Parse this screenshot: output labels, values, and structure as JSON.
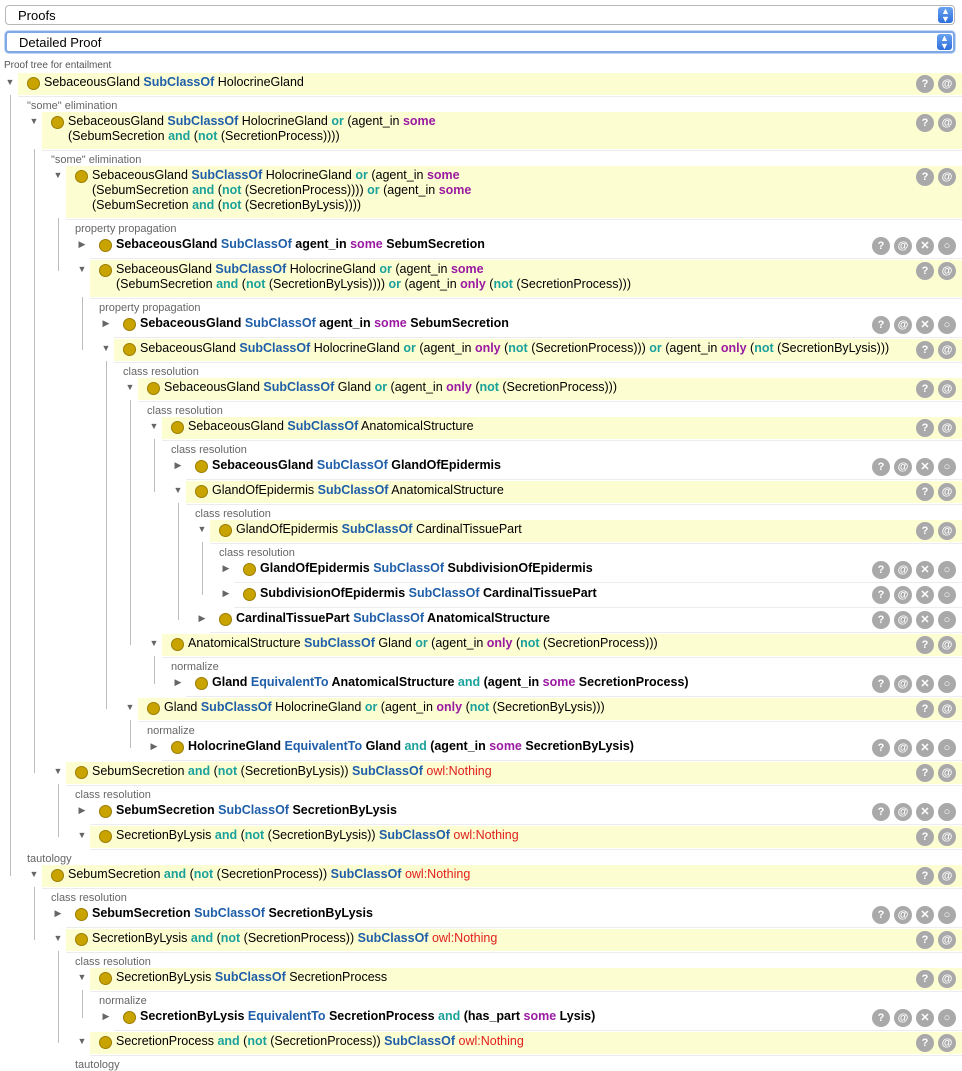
{
  "selectors": {
    "view": "Proofs",
    "mode": "Detailed Proof"
  },
  "caption": "Proof tree for entailment",
  "colors": {
    "keyword_subclass": "#1f5ea8",
    "keyword_connective": "#1aa19a",
    "keyword_quantifier": "#9a1aa1",
    "keyword_nothing": "#e0201c",
    "highlight": "#fdfdd2",
    "bullet": "#c9a300"
  },
  "button_labels": {
    "explain": "?",
    "iri": "@",
    "remove": "✕",
    "goto": "○"
  },
  "rows": [
    {
      "d": 0,
      "x": false,
      "l": "",
      "t": [
        [
          "SebaceousGland "
        ],
        [
          "SubClassOf",
          "b"
        ],
        [
          " HolocrineGland"
        ]
      ]
    },
    {
      "d": 1,
      "x": false,
      "l": "\"some\" elimination",
      "t": [
        [
          "SebaceousGland "
        ],
        [
          "SubClassOf",
          "b"
        ],
        [
          " HolocrineGland "
        ],
        [
          "or",
          "t"
        ],
        [
          " (agent_in "
        ],
        [
          "some",
          "p"
        ],
        [
          "|(SebumSecretion "
        ],
        [
          "and",
          "t"
        ],
        [
          " ("
        ],
        [
          "not",
          "t"
        ],
        [
          " (SecretionProcess))))"
        ]
      ]
    },
    {
      "d": 2,
      "x": false,
      "l": "\"some\" elimination",
      "t": [
        [
          "SebaceousGland "
        ],
        [
          "SubClassOf",
          "b"
        ],
        [
          " HolocrineGland "
        ],
        [
          "or",
          "t"
        ],
        [
          " (agent_in "
        ],
        [
          "some",
          "p"
        ],
        [
          "|(SebumSecretion "
        ],
        [
          "and",
          "t"
        ],
        [
          " ("
        ],
        [
          "not",
          "t"
        ],
        [
          " (SecretionProcess)))) "
        ],
        [
          "or",
          "t"
        ],
        [
          " (agent_in "
        ],
        [
          "some",
          "p"
        ],
        [
          "|(SebumSecretion "
        ],
        [
          "and",
          "t"
        ],
        [
          " ("
        ],
        [
          "not",
          "t"
        ],
        [
          " (SecretionByLysis))))"
        ]
      ]
    },
    {
      "d": 3,
      "x": true,
      "l": "property propagation",
      "t": [
        [
          "SebaceousGland "
        ],
        [
          "SubClassOf",
          "b"
        ],
        [
          " agent_in "
        ],
        [
          "some",
          "p"
        ],
        [
          " SebumSecretion"
        ]
      ]
    },
    {
      "d": 3,
      "x": false,
      "l": "",
      "t": [
        [
          "SebaceousGland "
        ],
        [
          "SubClassOf",
          "b"
        ],
        [
          " HolocrineGland "
        ],
        [
          "or",
          "t"
        ],
        [
          " (agent_in "
        ],
        [
          "some",
          "p"
        ],
        [
          "|(SebumSecretion "
        ],
        [
          "and",
          "t"
        ],
        [
          " ("
        ],
        [
          "not",
          "t"
        ],
        [
          " (SecretionByLysis)))) "
        ],
        [
          "or",
          "t"
        ],
        [
          " (agent_in "
        ],
        [
          "only",
          "p"
        ],
        [
          " ("
        ],
        [
          "not",
          "t"
        ],
        [
          " (SecretionProcess)))"
        ]
      ]
    },
    {
      "d": 4,
      "x": true,
      "l": "property propagation",
      "t": [
        [
          "SebaceousGland "
        ],
        [
          "SubClassOf",
          "b"
        ],
        [
          " agent_in "
        ],
        [
          "some",
          "p"
        ],
        [
          " SebumSecretion"
        ]
      ]
    },
    {
      "d": 4,
      "x": false,
      "l": "",
      "t": [
        [
          "SebaceousGland "
        ],
        [
          "SubClassOf",
          "b"
        ],
        [
          " HolocrineGland "
        ],
        [
          "or",
          "t"
        ],
        [
          " (agent_in "
        ],
        [
          "only",
          "p"
        ],
        [
          " ("
        ],
        [
          "not",
          "t"
        ],
        [
          " (SecretionProcess))) "
        ],
        [
          "or",
          "t"
        ],
        [
          " (agent_in "
        ],
        [
          "only",
          "p"
        ],
        [
          " ("
        ],
        [
          "not",
          "t"
        ],
        [
          " (SecretionByLysis)))"
        ]
      ]
    },
    {
      "d": 5,
      "x": false,
      "l": "class resolution",
      "t": [
        [
          "SebaceousGland "
        ],
        [
          "SubClassOf",
          "b"
        ],
        [
          " Gland "
        ],
        [
          "or",
          "t"
        ],
        [
          " (agent_in "
        ],
        [
          "only",
          "p"
        ],
        [
          " ("
        ],
        [
          "not",
          "t"
        ],
        [
          " (SecretionProcess)))"
        ]
      ]
    },
    {
      "d": 6,
      "x": false,
      "l": "class resolution",
      "t": [
        [
          "SebaceousGland "
        ],
        [
          "SubClassOf",
          "b"
        ],
        [
          " AnatomicalStructure"
        ]
      ]
    },
    {
      "d": 7,
      "x": true,
      "l": "class resolution",
      "t": [
        [
          "SebaceousGland "
        ],
        [
          "SubClassOf",
          "b"
        ],
        [
          " GlandOfEpidermis"
        ]
      ]
    },
    {
      "d": 7,
      "x": false,
      "l": "",
      "t": [
        [
          "GlandOfEpidermis "
        ],
        [
          "SubClassOf",
          "b"
        ],
        [
          " AnatomicalStructure"
        ]
      ]
    },
    {
      "d": 8,
      "x": false,
      "l": "class resolution",
      "t": [
        [
          "GlandOfEpidermis "
        ],
        [
          "SubClassOf",
          "b"
        ],
        [
          " CardinalTissuePart"
        ]
      ]
    },
    {
      "d": 9,
      "x": true,
      "l": "class resolution",
      "t": [
        [
          "GlandOfEpidermis "
        ],
        [
          "SubClassOf",
          "b"
        ],
        [
          " SubdivisionOfEpidermis"
        ]
      ]
    },
    {
      "d": 9,
      "x": true,
      "l": "",
      "t": [
        [
          "SubdivisionOfEpidermis "
        ],
        [
          "SubClassOf",
          "b"
        ],
        [
          " CardinalTissuePart"
        ]
      ]
    },
    {
      "d": 8,
      "x": true,
      "l": "",
      "t": [
        [
          "CardinalTissuePart "
        ],
        [
          "SubClassOf",
          "b"
        ],
        [
          " AnatomicalStructure"
        ]
      ]
    },
    {
      "d": 6,
      "x": false,
      "l": "",
      "t": [
        [
          "AnatomicalStructure "
        ],
        [
          "SubClassOf",
          "b"
        ],
        [
          " Gland "
        ],
        [
          "or",
          "t"
        ],
        [
          " (agent_in "
        ],
        [
          "only",
          "p"
        ],
        [
          " ("
        ],
        [
          "not",
          "t"
        ],
        [
          " (SecretionProcess)))"
        ]
      ]
    },
    {
      "d": 7,
      "x": true,
      "l": "normalize",
      "t": [
        [
          "Gland "
        ],
        [
          "EquivalentTo",
          "b"
        ],
        [
          " AnatomicalStructure "
        ],
        [
          "and",
          "t"
        ],
        [
          " (agent_in "
        ],
        [
          "some",
          "p"
        ],
        [
          " SecretionProcess)"
        ]
      ]
    },
    {
      "d": 5,
      "x": false,
      "l": "",
      "t": [
        [
          "Gland "
        ],
        [
          "SubClassOf",
          "b"
        ],
        [
          " HolocrineGland "
        ],
        [
          "or",
          "t"
        ],
        [
          " (agent_in "
        ],
        [
          "only",
          "p"
        ],
        [
          " ("
        ],
        [
          "not",
          "t"
        ],
        [
          " (SecretionByLysis)))"
        ]
      ]
    },
    {
      "d": 6,
      "x": true,
      "l": "normalize",
      "t": [
        [
          "HolocrineGland "
        ],
        [
          "EquivalentTo",
          "b"
        ],
        [
          " Gland "
        ],
        [
          "and",
          "t"
        ],
        [
          " (agent_in "
        ],
        [
          "some",
          "p"
        ],
        [
          " SecretionByLysis)"
        ]
      ]
    },
    {
      "d": 2,
      "x": false,
      "l": "",
      "t": [
        [
          "SebumSecretion "
        ],
        [
          "and",
          "t"
        ],
        [
          " ("
        ],
        [
          "not",
          "t"
        ],
        [
          " (SecretionByLysis)) "
        ],
        [
          "SubClassOf",
          "b"
        ],
        [
          " "
        ],
        [
          "owl:Nothing",
          "r"
        ]
      ]
    },
    {
      "d": 3,
      "x": true,
      "l": "class resolution",
      "t": [
        [
          "SebumSecretion "
        ],
        [
          "SubClassOf",
          "b"
        ],
        [
          " SecretionByLysis"
        ]
      ]
    },
    {
      "d": 3,
      "x": false,
      "l": "",
      "t": [
        [
          "SecretionByLysis "
        ],
        [
          "and",
          "t"
        ],
        [
          " ("
        ],
        [
          "not",
          "t"
        ],
        [
          " (SecretionByLysis)) "
        ],
        [
          "SubClassOf",
          "b"
        ],
        [
          " "
        ],
        [
          "owl:Nothing",
          "r"
        ]
      ]
    },
    {
      "d": 1,
      "x": false,
      "l": "tautology",
      "t": [
        [
          "SebumSecretion "
        ],
        [
          "and",
          "t"
        ],
        [
          " ("
        ],
        [
          "not",
          "t"
        ],
        [
          " (SecretionProcess)) "
        ],
        [
          "SubClassOf",
          "b"
        ],
        [
          " "
        ],
        [
          "owl:Nothing",
          "r"
        ]
      ]
    },
    {
      "d": 2,
      "x": true,
      "l": "class resolution",
      "t": [
        [
          "SebumSecretion "
        ],
        [
          "SubClassOf",
          "b"
        ],
        [
          " SecretionByLysis"
        ]
      ]
    },
    {
      "d": 2,
      "x": false,
      "l": "",
      "t": [
        [
          "SecretionByLysis "
        ],
        [
          "and",
          "t"
        ],
        [
          " ("
        ],
        [
          "not",
          "t"
        ],
        [
          " (SecretionProcess)) "
        ],
        [
          "SubClassOf",
          "b"
        ],
        [
          " "
        ],
        [
          "owl:Nothing",
          "r"
        ]
      ]
    },
    {
      "d": 3,
      "x": false,
      "l": "class resolution",
      "t": [
        [
          "SecretionByLysis "
        ],
        [
          "SubClassOf",
          "b"
        ],
        [
          " SecretionProcess"
        ]
      ]
    },
    {
      "d": 4,
      "x": true,
      "l": "normalize",
      "t": [
        [
          "SecretionByLysis "
        ],
        [
          "EquivalentTo",
          "b"
        ],
        [
          " SecretionProcess "
        ],
        [
          "and",
          "t"
        ],
        [
          " (has_part "
        ],
        [
          "some",
          "p"
        ],
        [
          " Lysis)"
        ]
      ]
    },
    {
      "d": 3,
      "x": false,
      "l": "",
      "t": [
        [
          "SecretionProcess "
        ],
        [
          "and",
          "t"
        ],
        [
          " ("
        ],
        [
          "not",
          "t"
        ],
        [
          " (SecretionProcess)) "
        ],
        [
          "SubClassOf",
          "b"
        ],
        [
          " "
        ],
        [
          "owl:Nothing",
          "r"
        ]
      ]
    }
  ],
  "trailing_label": "tautology"
}
